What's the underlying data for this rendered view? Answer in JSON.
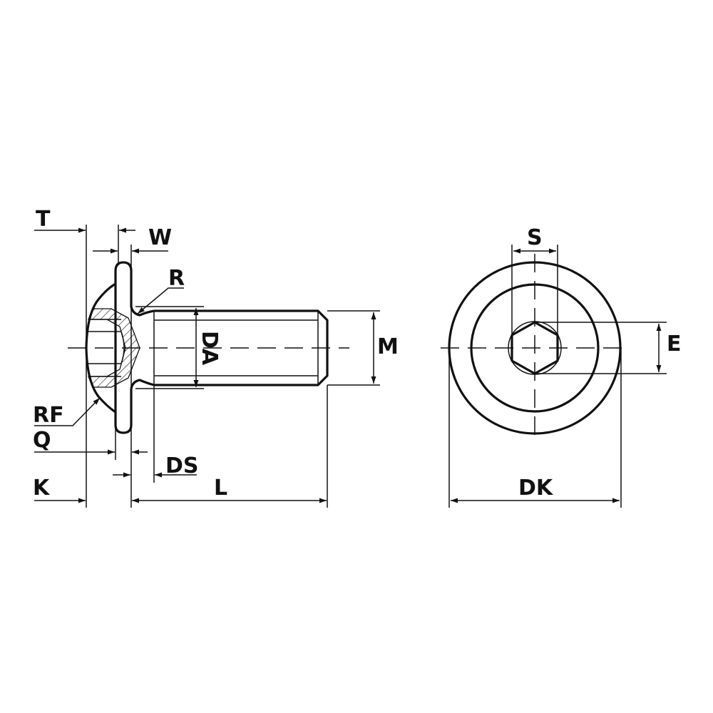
{
  "title": "Flanged button head socket screw dimension drawing",
  "colors": {
    "line": "#111111",
    "background": "#ffffff"
  },
  "labels": {
    "T": "T",
    "W": "W",
    "R": "R",
    "DA": "DA",
    "M": "M",
    "RF": "RF",
    "Q": "Q",
    "DS": "DS",
    "K": "K",
    "L": "L",
    "S": "S",
    "E": "E",
    "DK": "DK"
  }
}
